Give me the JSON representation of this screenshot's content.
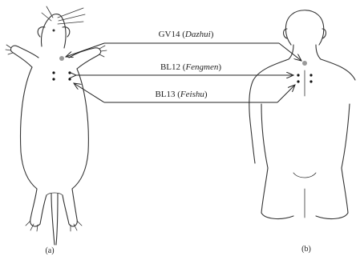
{
  "figure": {
    "panel_a_label": "(a)",
    "panel_b_label": "(b)"
  },
  "acupoints": [
    {
      "code": "GV14",
      "name": "Dazhui"
    },
    {
      "code": "BL12",
      "name": "Fengmen"
    },
    {
      "code": "BL13",
      "name": "Feishu"
    }
  ],
  "colors": {
    "line": "#222222",
    "point_gv14": "#9a9a9a",
    "point_bl": "#111111"
  }
}
